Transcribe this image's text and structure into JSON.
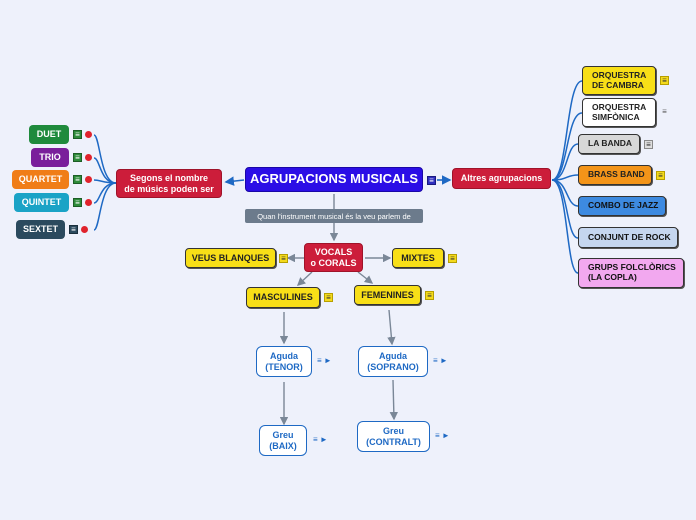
{
  "root": "AGRUPACIONS MUSICALS",
  "branch_left": "Segons el nombre\nde músics poden ser",
  "branch_right": "Altres agrupacions",
  "relation_label": "Quan l'instrument musical és la veu parlem de",
  "left_items": [
    "DUET",
    "TRIO",
    "QUARTET",
    "QUINTET",
    "SEXTET"
  ],
  "right_items": [
    "ORQUESTRA\nDE CAMBRA",
    "ORQUESTRA\nSIMFÒNICA",
    "LA BANDA",
    "BRASS BAND",
    "COMBO DE JAZZ",
    "CONJUNT DE ROCK",
    "GRUPS FOLCLÒRICS\n(LA COPLA)"
  ],
  "vocals": "VOCALS\no CORALS",
  "veus_blanques": "VEUS BLANQUES",
  "mixtes": "MIXTES",
  "masculines": "MASCULINES",
  "femenines": "FEMENINES",
  "aguda_tenor": "Aguda\n(TENOR)",
  "greu_baix": "Greu\n(BAIX)",
  "aguda_soprano": "Aguda\n(SOPRANO)",
  "greu_contralt": "Greu\n(CONTRALT)",
  "colors": {
    "root": "#2b0ee6",
    "red": "#cc1d3a",
    "yellow": "#f8df17",
    "duet": "#1f8a3c",
    "trio": "#7a1e9b",
    "quartet": "#f07d17",
    "quintet": "#1aa3c6",
    "sextet": "#2b4a5e",
    "orq_cambra": "#f8df17",
    "orq_simfonica": "#ffffff",
    "banda": "#d8d8d8",
    "brass": "#f39419",
    "jazz": "#3d8ae0",
    "rock": "#c5d6ef",
    "folk": "#f2a8ef"
  }
}
